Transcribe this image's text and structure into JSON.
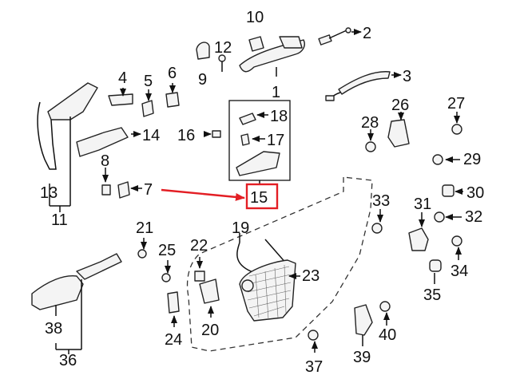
{
  "diagram": {
    "highlight_color": "#e31e24",
    "ink_color": "#111111",
    "highlighted_callout": "15",
    "callouts": [
      "1",
      "2",
      "3",
      "4",
      "5",
      "6",
      "7",
      "8",
      "9",
      "10",
      "11",
      "12",
      "13",
      "14",
      "15",
      "16",
      "17",
      "18",
      "19",
      "20",
      "21",
      "22",
      "23",
      "24",
      "25",
      "26",
      "27",
      "28",
      "29",
      "30",
      "31",
      "32",
      "33",
      "34",
      "35",
      "36",
      "37",
      "38",
      "39",
      "40"
    ]
  }
}
